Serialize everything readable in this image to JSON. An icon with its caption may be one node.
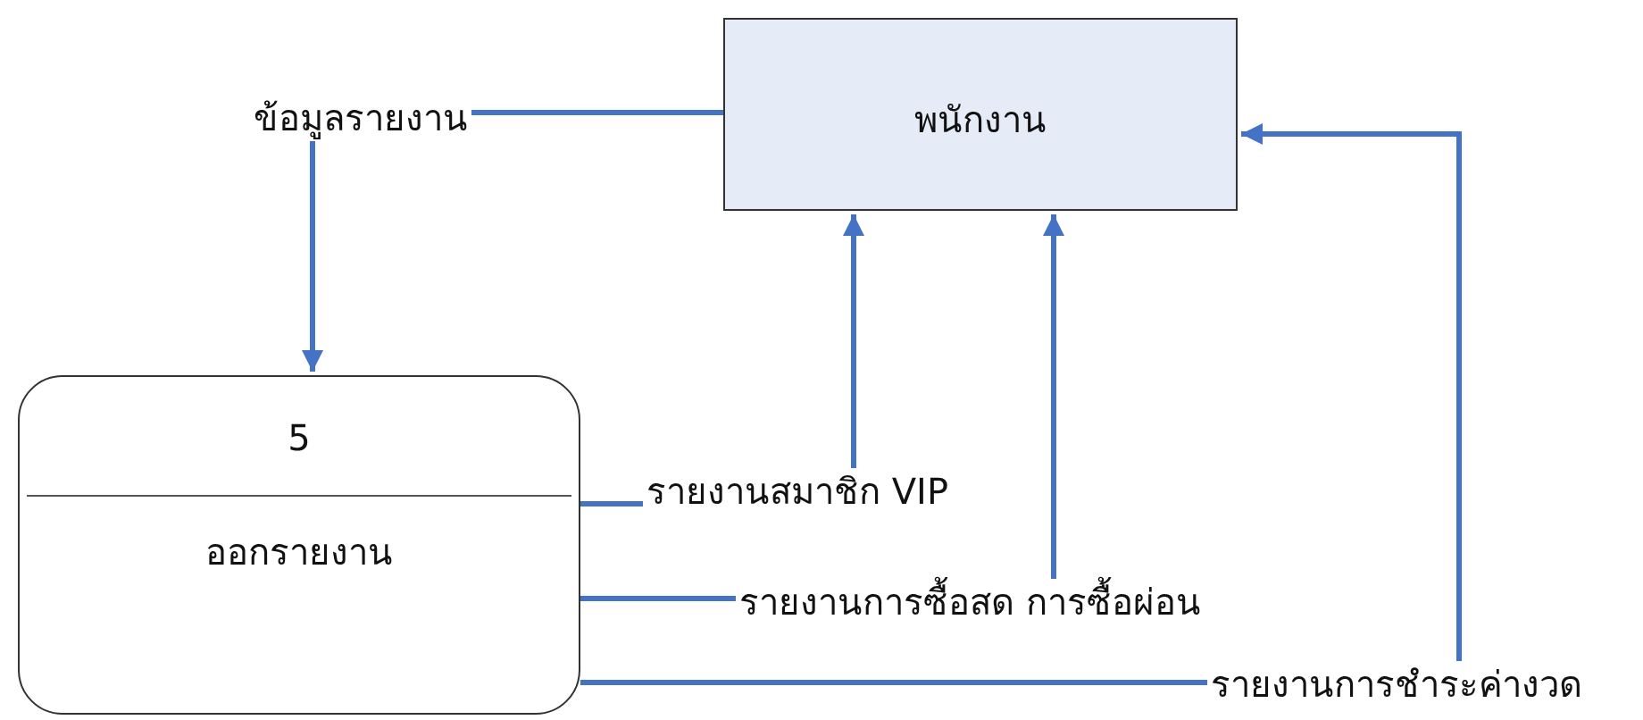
{
  "diagram": {
    "nodes": [
      {
        "text": [
          "พนักงาน"
        ]
      },
      {
        "text": [
          "5",
          "ออกรายงาน"
        ]
      }
    ],
    "edges": [
      {
        "from": 0,
        "to": 1,
        "arrow": "to",
        "label": "ข้อมูลรายงาน"
      },
      {
        "from": 1,
        "to": 0,
        "arrow": "to",
        "label": "รายงานสมาชิก VIP"
      },
      {
        "from": 1,
        "to": 0,
        "arrow": "to",
        "label": "รายงานการซื้อสด การซื้อผ่อน"
      },
      {
        "from": 1,
        "to": 0,
        "arrow": "to",
        "label": "รายงานการชำระค่างวด"
      }
    ]
  }
}
